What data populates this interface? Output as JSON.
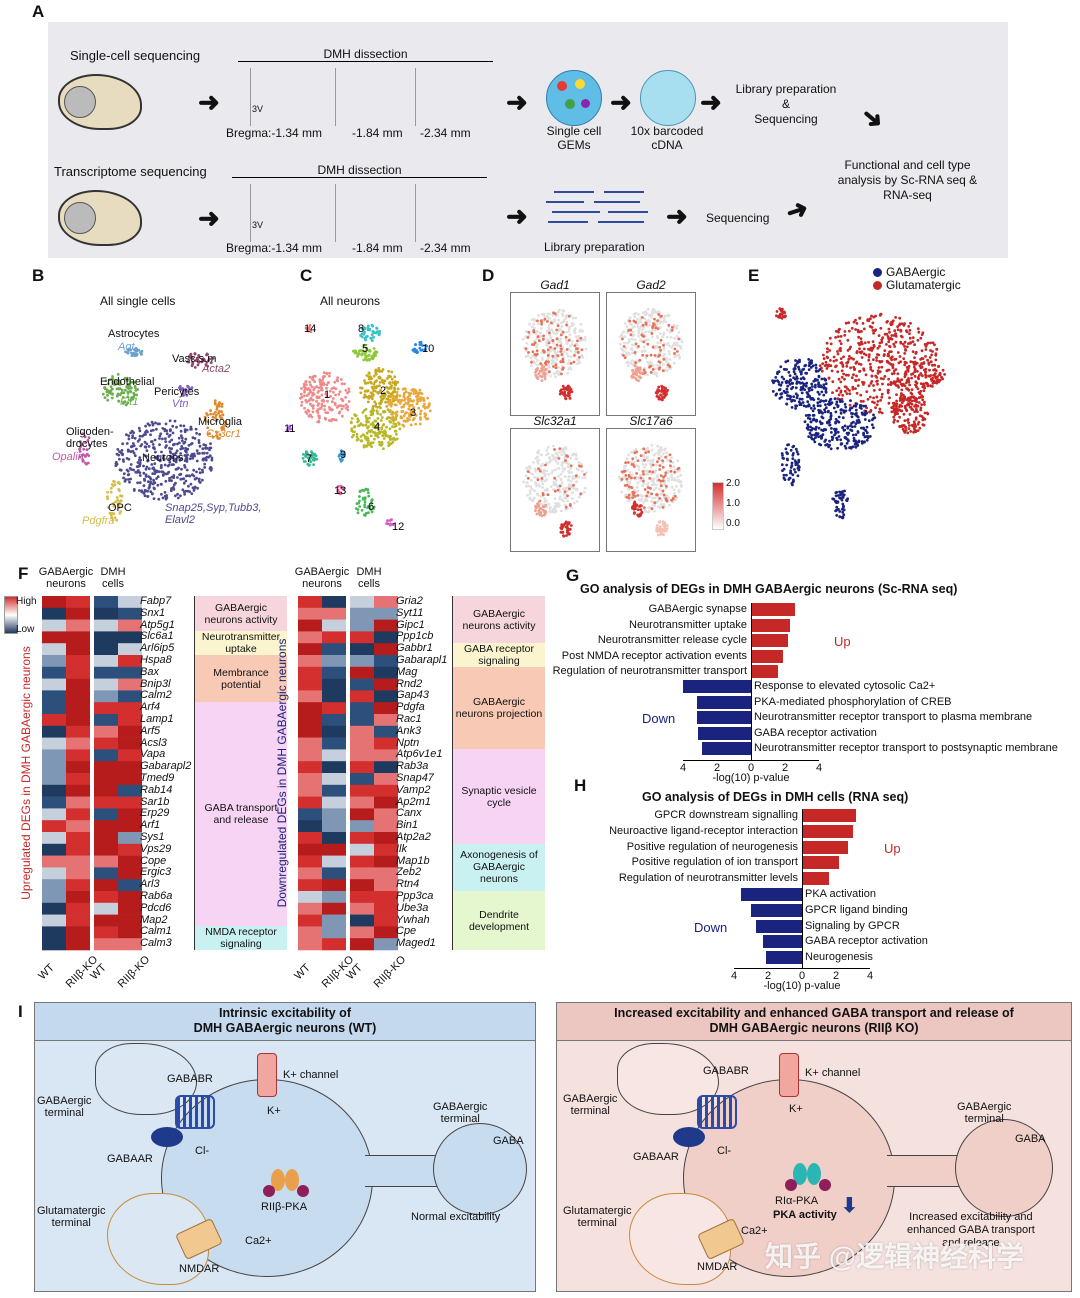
{
  "panel_labels": {
    "A": "A",
    "B": "B",
    "C": "C",
    "D": "D",
    "E": "E",
    "F": "F",
    "G": "G",
    "H": "H",
    "I": "I"
  },
  "panelA": {
    "row1": {
      "title": "Single-cell  sequencing",
      "dmh": "DMH dissection",
      "v3": "3V",
      "bregma": [
        "Bregma:-1.34 mm",
        "-1.84 mm",
        "-2.34 mm"
      ],
      "gems": "Single cell\nGEMs",
      "cdna": "10x barcoded\ncDNA",
      "library": "Library preparation\n&\nSequencing"
    },
    "row2": {
      "title": "Transcriptome sequencing",
      "dmh": "DMH dissection",
      "v3": "3V",
      "bregma": [
        "Bregma:-1.34 mm",
        "-1.84 mm",
        "-2.34 mm"
      ],
      "library": "Library preparation",
      "sequencing": "Sequencing"
    },
    "outcome": "Functional and cell type\nanalysis by Sc-RNA seq &\nRNA-seq"
  },
  "panelB": {
    "title": "All single cells",
    "clusters": [
      {
        "name": "Astrocytes",
        "marker": "Agt",
        "color": "#6aa0cf"
      },
      {
        "name": "Vasc.s.m",
        "marker": "Acta2",
        "color": "#8e4a6e"
      },
      {
        "name": "Endothelial",
        "marker": "Flt1",
        "color": "#6cae4e"
      },
      {
        "name": "Pericytes",
        "marker": "Vtn",
        "color": "#8060c0"
      },
      {
        "name": "Microglia",
        "marker": "Cx3cr1",
        "color": "#e0882c"
      },
      {
        "name": "Oligoden-\ndrocytes",
        "marker": "Opalin",
        "color": "#c05aa8"
      },
      {
        "name": "Neurons",
        "marker": "Snap25,Syp,Tubb3,\nElavl2",
        "color": "#4d4a8e"
      },
      {
        "name": "OPC",
        "marker": "Pdgfra",
        "color": "#d4bd4c"
      }
    ]
  },
  "panelC": {
    "title": "All neurons",
    "clusters": [
      "1",
      "2",
      "3",
      "4",
      "5",
      "6",
      "7",
      "8",
      "9",
      "10",
      "11",
      "12",
      "13",
      "14"
    ]
  },
  "panelD": {
    "genes": [
      "Gad1",
      "Gad2",
      "Slc32a1",
      "Slc17a6"
    ],
    "scale": [
      "2.0",
      "1.0",
      "0.0"
    ]
  },
  "panelE": {
    "legend": [
      {
        "label": "GABAergic",
        "color": "#1a237e"
      },
      {
        "label": "Glutamatergic",
        "color": "#c62828"
      }
    ]
  },
  "panelF": {
    "legend": {
      "high": "High",
      "low": "Low"
    },
    "left": {
      "col_headers": [
        "GABAergic\nneurons",
        "DMH\ncells"
      ],
      "ylabel": "Upregulated DEGs in DMH GABAergic neurons",
      "genes": [
        "Fabp7",
        "Snx1",
        "Atp5g1",
        "Slc6a1",
        "Arl6ip5",
        "Hspa8",
        "Bax",
        "Bnip3l",
        "Calm2",
        "Arf4",
        "Lamp1",
        "Arf5",
        "Acsl3",
        "Vapa",
        "Gabarapl2",
        "Tmed9",
        "Rab14",
        "Sar1b",
        "Erp29",
        "Arf1",
        "Sys1",
        "Vps29",
        "Cope",
        "Ergic3",
        "Arl3",
        "Rab6a",
        "Pdcd6",
        "Map2",
        "Calm1",
        "Calm3"
      ],
      "groups": [
        {
          "label": "GABAergic\nneurons activity",
          "start": 0,
          "end": 3,
          "color": "#f6d6dc"
        },
        {
          "label": "Neurotransmitter\nuptake",
          "start": 3,
          "end": 5,
          "color": "#fbf5cf"
        },
        {
          "label": "Membrance\npotential",
          "start": 5,
          "end": 9,
          "color": "#f8c9b4"
        },
        {
          "label": "GABA transport\nand release",
          "start": 9,
          "end": 28,
          "color": "#f8d4f4"
        },
        {
          "label": "NMDA receptor\nsignaling",
          "start": 28,
          "end": 30,
          "color": "#c9f1f2"
        }
      ],
      "xlabels": [
        "WT",
        "RIIβ-KO",
        "WT",
        "RIIβ-KO"
      ]
    },
    "right": {
      "col_headers": [
        "GABAergic\nneurons",
        "DMH\ncells"
      ],
      "ylabel": "Downregulated DEGs in DMH GABAergic neurons",
      "genes": [
        "Gria2",
        "Syt11",
        "Gipc1",
        "Ppp1cb",
        "Gabbr1",
        "Gabarapl1",
        "Mag",
        "Rnd2",
        "Gap43",
        "Pdgfa",
        "Rac1",
        "Ank3",
        "Nptn",
        "Atp6v1e1",
        "Rab3a",
        "Snap47",
        "Vamp2",
        "Ap2m1",
        "Canx",
        "Bin1",
        "Atp2a2",
        "Ilk",
        "Map1b",
        "Zeb2",
        "Rtn4",
        "Ppp3ca",
        "Ube3a",
        "Ywhah",
        "Cpe",
        "Maged1"
      ],
      "groups": [
        {
          "label": "GABAergic\nneurons activity",
          "start": 0,
          "end": 4,
          "color": "#f6d6dc"
        },
        {
          "label": "GABA receptor\nsignaling",
          "start": 4,
          "end": 6,
          "color": "#fbf5cf"
        },
        {
          "label": "GABAergic\nneurons projection",
          "start": 6,
          "end": 13,
          "color": "#f8c9b4"
        },
        {
          "label": "Synaptic vesicle\ncycle",
          "start": 13,
          "end": 21,
          "color": "#f8d4f4"
        },
        {
          "label": "Axonogenesis of\nGABAergic\nneurons",
          "start": 21,
          "end": 25,
          "color": "#c9f1f2"
        },
        {
          "label": "Dendrite\ndevelopment",
          "start": 25,
          "end": 30,
          "color": "#e5f7cf"
        }
      ],
      "xlabels": [
        "WT",
        "RIIβ-KO",
        "WT",
        "RIIβ-KO"
      ]
    }
  },
  "panelG": {
    "title": "GO analysis of DEGs in DMH GABAergic neurons (Sc-RNA seq)",
    "up_label": "Up",
    "down_label": "Down",
    "up": [
      {
        "term": "GABAergic synapse",
        "value": 2.6
      },
      {
        "term": "Neurotransmitter uptake",
        "value": 2.3
      },
      {
        "term": "Neurotransmitter release cycle",
        "value": 2.2
      },
      {
        "term": "Post NMDA receptor activation events",
        "value": 1.9
      },
      {
        "term": "Regulation of neurotransmitter transport",
        "value": 1.6
      }
    ],
    "down": [
      {
        "term": "Response to elevated cytosolic Ca2+",
        "value": 4.0
      },
      {
        "term": "PKA-mediated phosphorylation of CREB",
        "value": 3.2
      },
      {
        "term": "Neurotransmitter receptor transport to plasma membrane",
        "value": 3.2
      },
      {
        "term": "GABA receptor activation",
        "value": 3.1
      },
      {
        "term": "Neurotransmitter receptor transport to postsynaptic membrane",
        "value": 2.9
      }
    ],
    "ticks": [
      "4",
      "2",
      "0",
      "2",
      "4"
    ],
    "xlabel": "-log(10) p-value"
  },
  "panelH": {
    "title": "GO analysis of DEGs in DMH cells (RNA seq)",
    "up_label": "Up",
    "down_label": "Down",
    "up": [
      {
        "term": "GPCR downstream signalling",
        "value": 3.2
      },
      {
        "term": "Neuroactive ligand-receptor interaction",
        "value": 3.0
      },
      {
        "term": "Positive regulation of neurogenesis",
        "value": 2.7
      },
      {
        "term": "Positive regulation of ion transport",
        "value": 2.2
      },
      {
        "term": "Regulation of neurotransmitter levels",
        "value": 1.6
      }
    ],
    "down": [
      {
        "term": "PKA activation",
        "value": 3.6
      },
      {
        "term": "GPCR ligand binding",
        "value": 3.0
      },
      {
        "term": "Signaling by GPCR",
        "value": 2.7
      },
      {
        "term": "GABA receptor activation",
        "value": 2.3
      },
      {
        "term": "Neurogenesis",
        "value": 2.1
      }
    ],
    "ticks": [
      "4",
      "2",
      "0",
      "2",
      "4"
    ],
    "xlabel": "-log(10) p-value"
  },
  "panelI": {
    "wt": {
      "title": "Intrinsic excitability of\nDMH GABAergic neurons (WT)",
      "gabab": "GABABR",
      "k_channel": "K+ channel",
      "k": "K+",
      "gaba_terminal": "GABAergic\nterminal",
      "gabaa": "GABAAR",
      "cl": "Cl-",
      "pka": "RIIβ-PKA",
      "ca": "Ca2+",
      "glu_terminal": "Glutamatergic\nterminal",
      "nmdar": "NMDAR",
      "gaba_terminal_right": "GABAergic\nterminal",
      "gaba": "GABA",
      "note": "Normal excitability"
    },
    "ko": {
      "title": "Increased excitability and enhanced GABA transport and release of\nDMH GABAergic neurons (RIIβ KO)",
      "gabab": "GABABR",
      "k_channel": "K+ channel",
      "k": "K+",
      "gaba_terminal": "GABAergic\nterminal",
      "gabaa": "GABAAR",
      "cl": "Cl-",
      "pka": "RIα-PKA",
      "pka_activity": "PKA activity",
      "ca": "Ca2+",
      "glu_terminal": "Glutamatergic\nterminal",
      "nmdar": "NMDAR",
      "gaba_terminal_right": "GABAergic\nterminal",
      "gaba": "GABA",
      "note": "Increased excitability and\nenhanced GABA transport\nand release"
    },
    "watermark": "知乎 @逻辑神经科学"
  }
}
